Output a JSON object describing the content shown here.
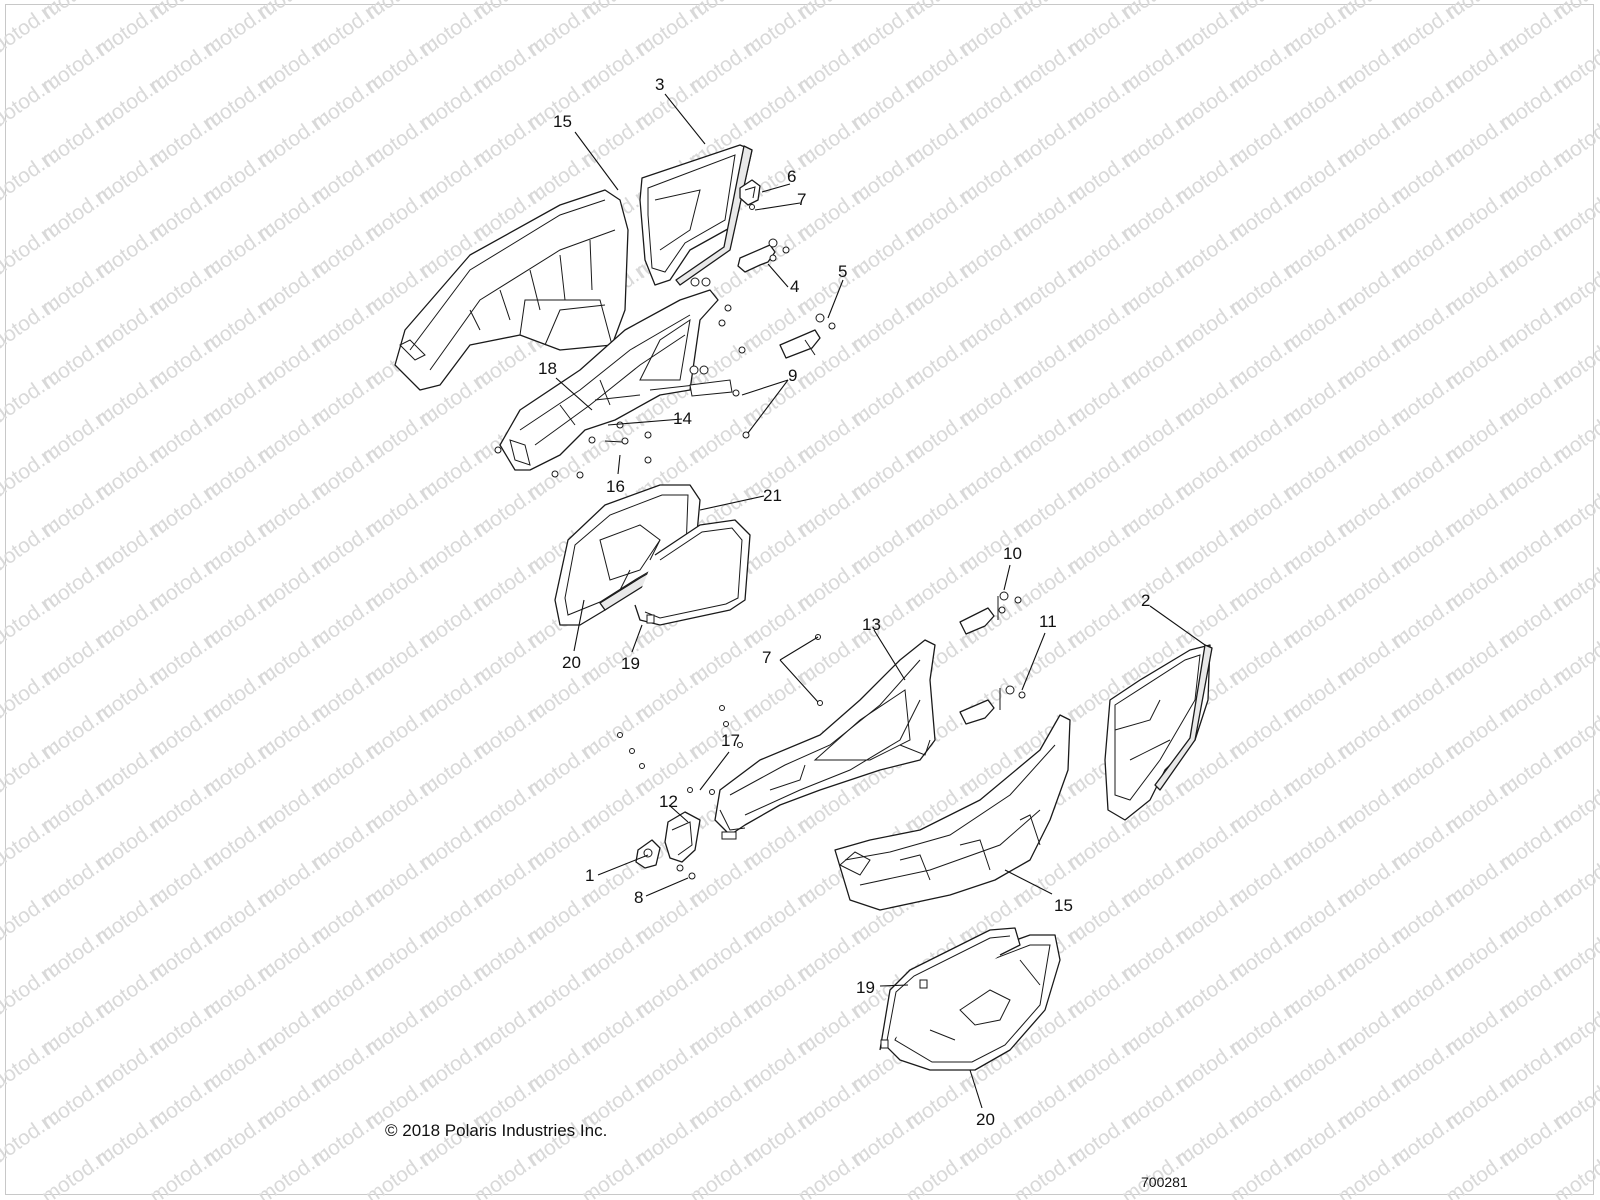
{
  "watermark": {
    "text": "motod.ru"
  },
  "callouts": [
    {
      "id": "c3a",
      "label": "3"
    },
    {
      "id": "c15a",
      "label": "15"
    },
    {
      "id": "c6",
      "label": "6"
    },
    {
      "id": "c7a",
      "label": "7"
    },
    {
      "id": "c4",
      "label": "4"
    },
    {
      "id": "c5",
      "label": "5"
    },
    {
      "id": "c9",
      "label": "9"
    },
    {
      "id": "c18",
      "label": "18"
    },
    {
      "id": "c14",
      "label": "14"
    },
    {
      "id": "c16",
      "label": "16"
    },
    {
      "id": "c21",
      "label": "21"
    },
    {
      "id": "c20a",
      "label": "20"
    },
    {
      "id": "c19a",
      "label": "19"
    },
    {
      "id": "c10",
      "label": "10"
    },
    {
      "id": "c11",
      "label": "11"
    },
    {
      "id": "c2",
      "label": "2"
    },
    {
      "id": "c13",
      "label": "13"
    },
    {
      "id": "c7b",
      "label": "7"
    },
    {
      "id": "c17",
      "label": "17"
    },
    {
      "id": "c12",
      "label": "12"
    },
    {
      "id": "c1",
      "label": "1"
    },
    {
      "id": "c8",
      "label": "8"
    },
    {
      "id": "c15b",
      "label": "15"
    },
    {
      "id": "c19b",
      "label": "19"
    },
    {
      "id": "c20b",
      "label": "20"
    }
  ],
  "footer": {
    "copyright": "© 2018 Polaris Industries Inc.",
    "diagram_number": "700281"
  }
}
